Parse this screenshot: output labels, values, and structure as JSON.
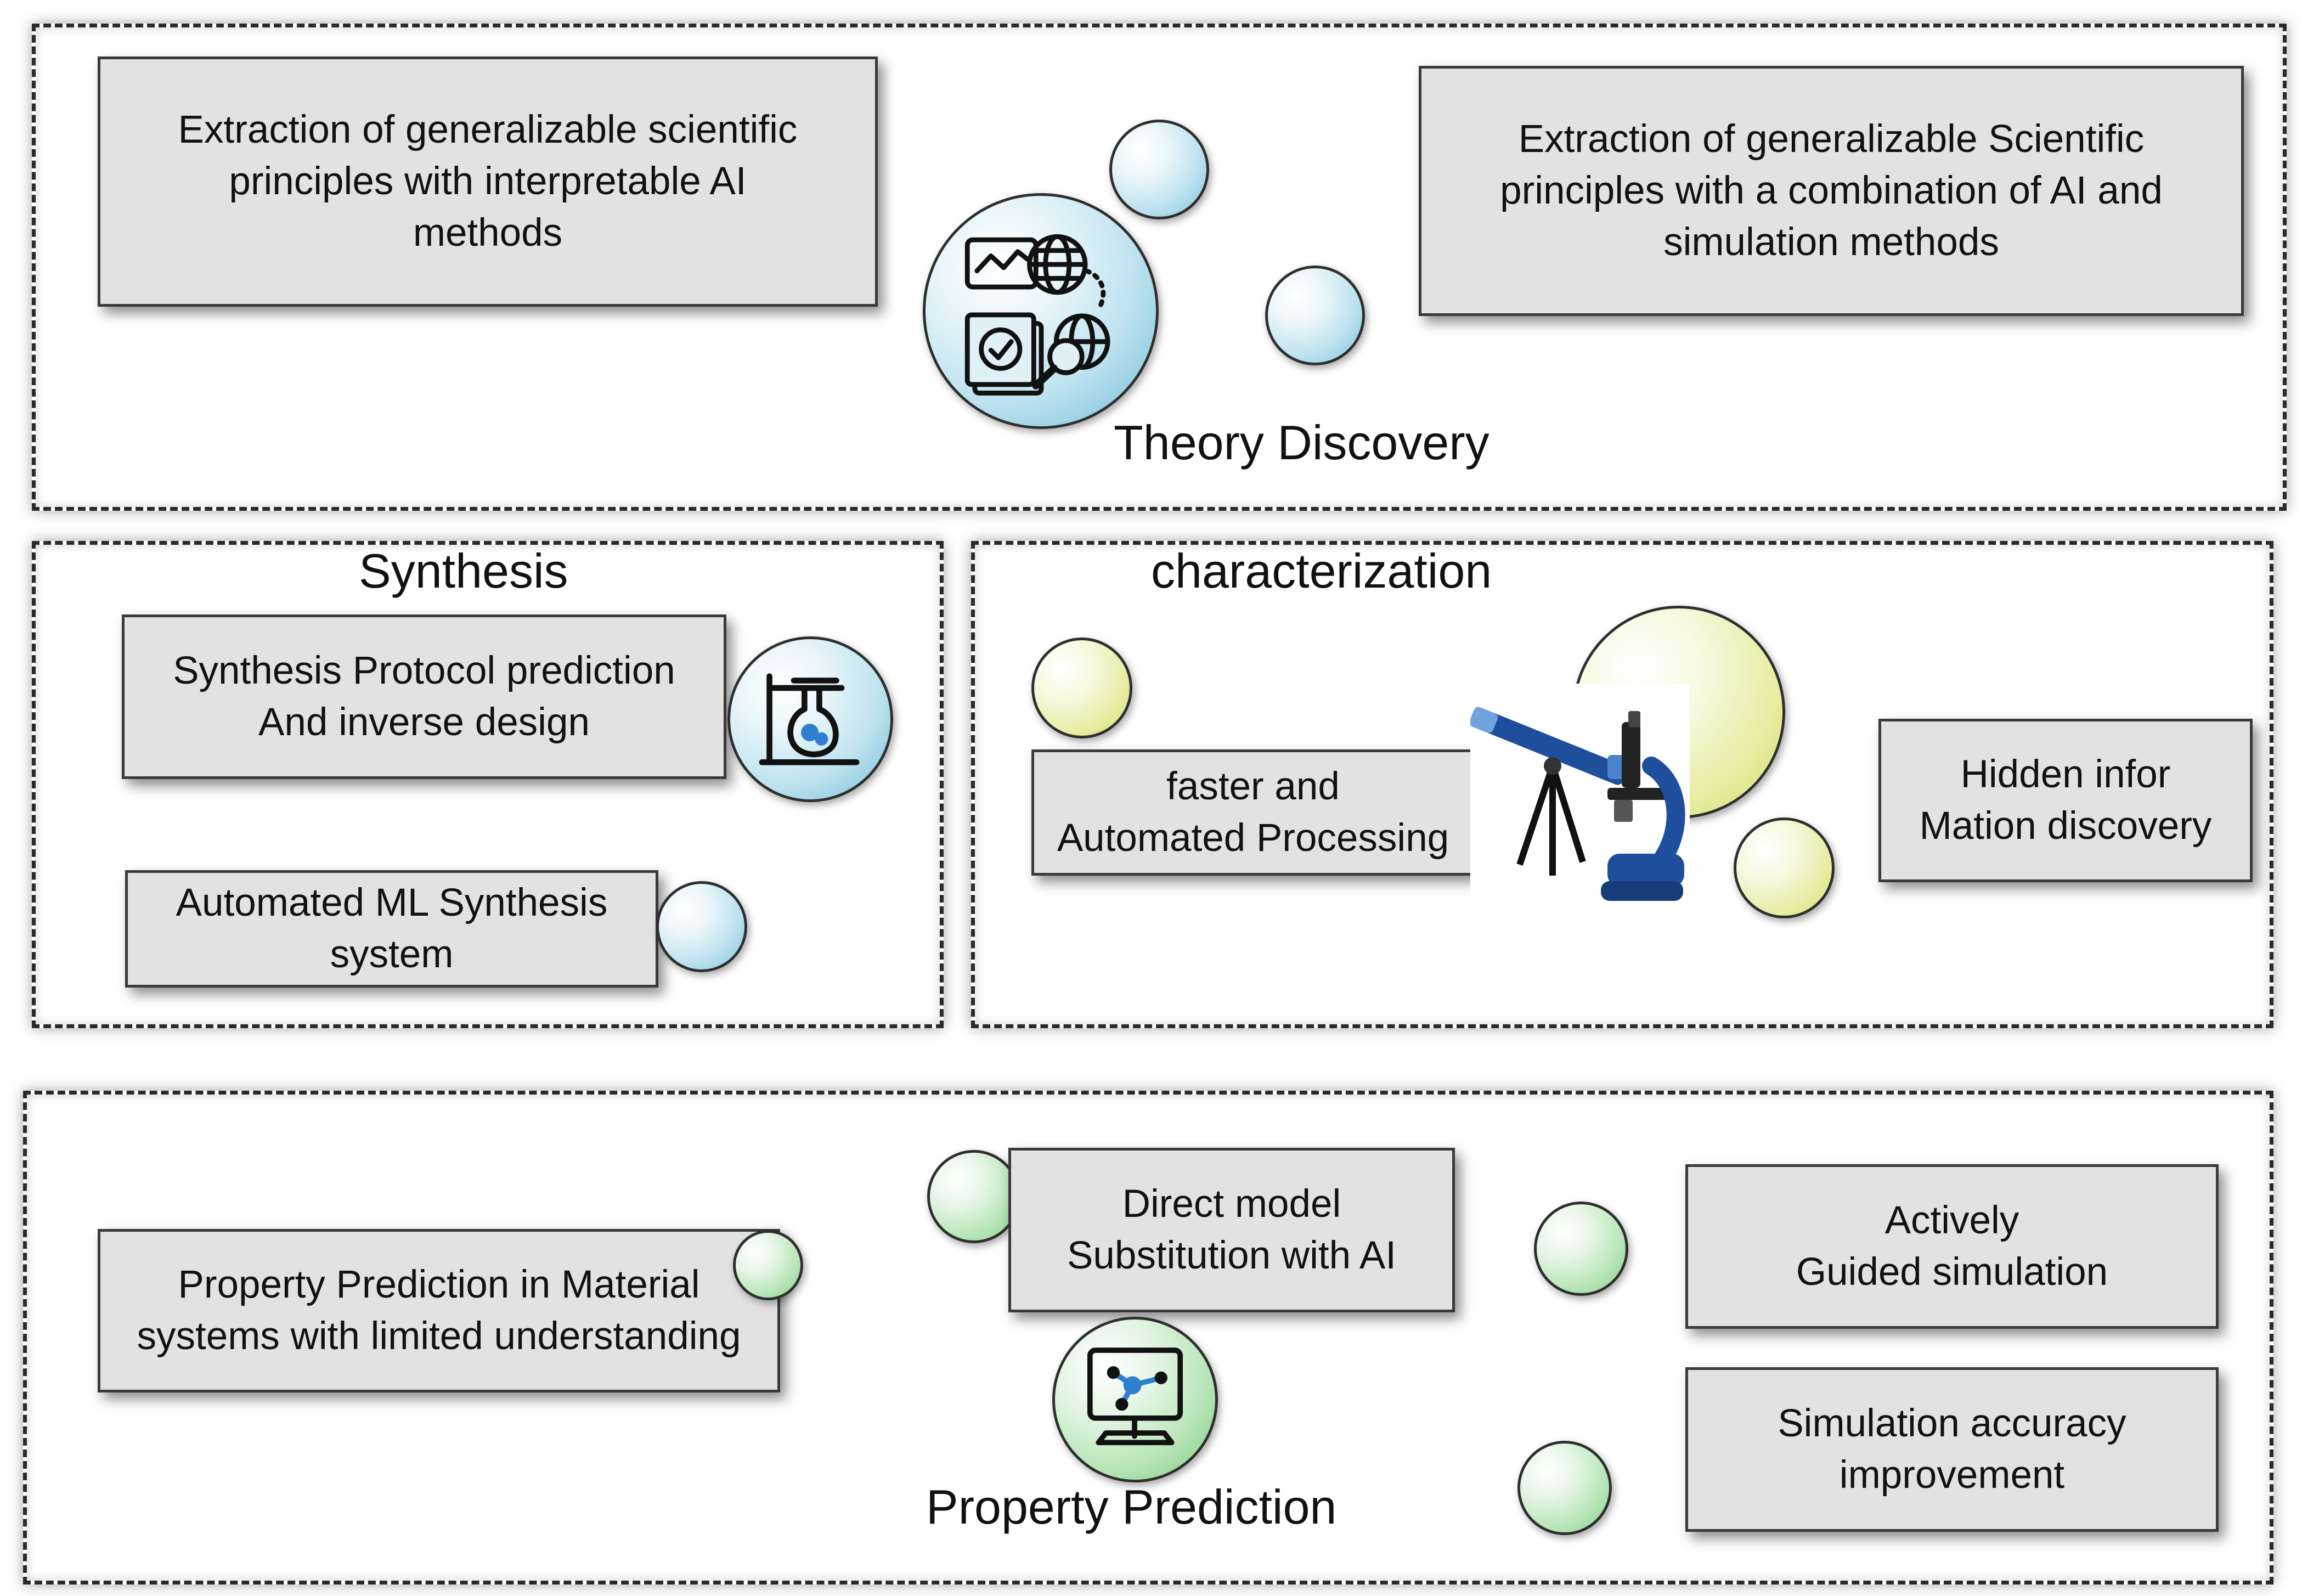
{
  "theory": {
    "title": "Theory Discovery",
    "left_box": "Extraction of generalizable scientific\nprinciples with interpretable AI\nmethods",
    "right_box": "Extraction of generalizable Scientific\nprinciples with a combination of AI and\nsimulation methods"
  },
  "synthesis": {
    "title": "Synthesis",
    "box1": "Synthesis Protocol prediction\nAnd inverse design",
    "box2": "Automated ML Synthesis\nsystem"
  },
  "characterization": {
    "title": "characterization",
    "left_box": "faster and\nAutomated Processing",
    "right_box": "Hidden infor\nMation discovery"
  },
  "property": {
    "title": "Property Prediction",
    "left_box": "Property Prediction in Material\nsystems with limited understanding",
    "center_box": "Direct model\nSubstitution with AI",
    "right_top_box": "Actively\nGuided simulation",
    "right_bottom_box": "Simulation accuracy\nimprovement"
  },
  "colors": {
    "box_fill": "#e2e2e2",
    "bubble_blue": "#bfe3ef",
    "bubble_yellow": "#e6ec9f",
    "bubble_green": "#b9e6b9",
    "telescope_blue": "#1f4f9c"
  },
  "icons": [
    "data-globe-checklist-icon",
    "flask-stand-icon",
    "telescope-icon",
    "microscope-icon",
    "monitor-network-icon"
  ]
}
